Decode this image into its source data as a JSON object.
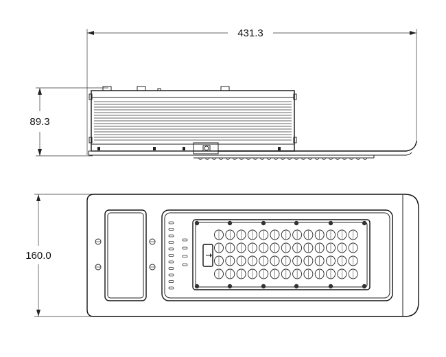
{
  "dimensions": {
    "overall_length": "431.3",
    "height": "89.3",
    "width": "160.0"
  },
  "colors": {
    "line": "#222222",
    "background": "#ffffff"
  },
  "led_module": {
    "rows": 4,
    "lenses_per_row": 13
  }
}
